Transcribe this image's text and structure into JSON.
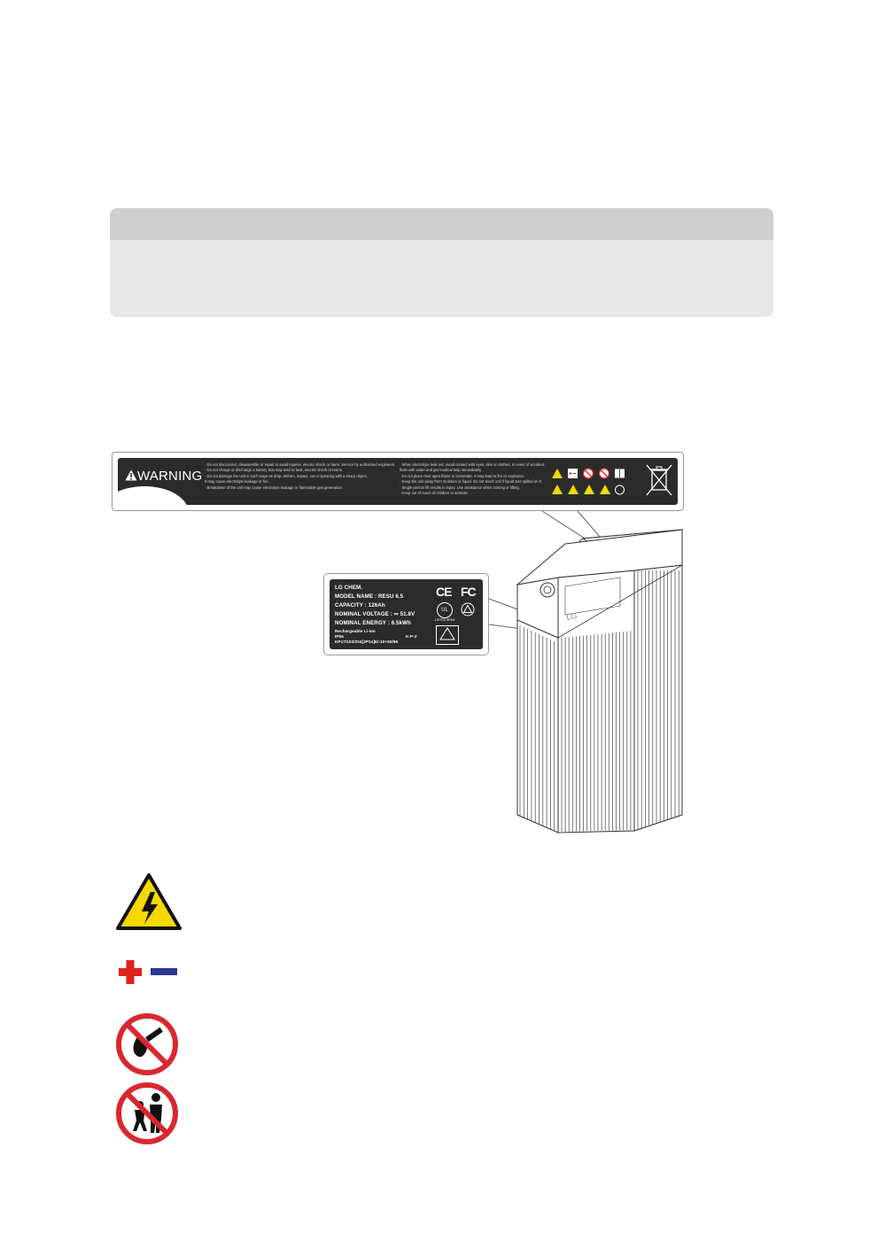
{
  "note_box": {},
  "warning_label": {
    "title": "WARNING",
    "col1": [
      "· Do not disconnect, disassemble or repair to avoid injuries, electric shock or harm. Service by authorized engineers.",
      "· Do not charge or discharge a battery that may lead to fault, electric shock or burns.",
      "· Do not damage the unit in such ways as drop, deform, impact, cut or spearing with a sharp object,",
      "  It may cause electrolyte leakage or fire.",
      "· Breakdown of the unit may cause electrolyte leakage or flammable gas generation."
    ],
    "col2": [
      "· When electrolyte leak out, avoid contact with eyes, skin or clothes. In event of accident,",
      "  flush with water and get medical help immediately.",
      "· Do not place near open flame or incinerate. It may lead to fire or explosion.",
      "· Keep the unit away from moisture or liquid. Do not touch unit if liquid was spilled on it.",
      "· Single person lift results in injury. Use assistance when moving or lifting.",
      "· Keep out of reach of children or animals."
    ]
  },
  "nameplate": {
    "brand": "LG CHEM.",
    "model": "MODEL NAME : RESU 6.5",
    "capacity": "CAPACITY : 126Ah",
    "voltage": "NOMINAL VOLTAGE : ⎓ 51.8V",
    "energy": "NOMINAL ENERGY : 6.5kWh",
    "rechargeable": "Rechargeable Li-ion",
    "ip": "IP55",
    "code": "KP17/102/204[2P14]E/-10+50/95",
    "ce": "CE",
    "fc": "FC",
    "ul": "UL",
    "ul_sub": "LISTED\n8RM1",
    "kpz": "K-P-Z"
  },
  "battery": {
    "logo": "LG"
  },
  "colors": {
    "note_band": "#cfcfcf",
    "note_body": "#e8e8e8",
    "label_dark": "#2b2b2b",
    "hazard_yellow": "#f5d800",
    "prohibit_red": "#d9272e",
    "plus_red": "#e2231a",
    "minus_blue": "#2b3990"
  },
  "symbols": [
    {
      "icon": "high-voltage-warning-icon"
    },
    {
      "icon": "polarity-plus-minus-icon"
    },
    {
      "icon": "no-open-flame-icon"
    },
    {
      "icon": "keep-away-from-children-icon"
    }
  ]
}
